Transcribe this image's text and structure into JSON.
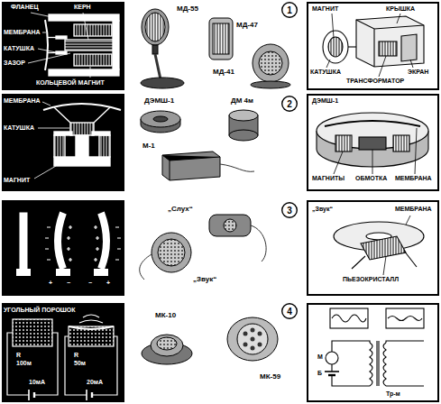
{
  "diagram": {
    "nodes": [
      {
        "text": [
          "ФЛАНЕЦ",
          "КЕРН",
          "МЕМБРАНА",
          "КАТУШКА",
          "ЗАЗОР",
          "КОЛЬЦЕВОЙ МАГНИТ"
        ]
      },
      {
        "text": [
          "1"
        ]
      },
      {
        "text": [
          "МАГНИТ",
          "КРЫШКА",
          "КАТУШКА",
          "ЭКРАН",
          "ТРАНСФОРМАТОР"
        ]
      },
      {
        "text": [
          "МЕМБРАНА",
          "КАТУШКА",
          "МАГНИТ"
        ]
      },
      {
        "text": [
          "2"
        ]
      },
      {
        "text": [
          "ДЭМШ-1",
          "МАГНИТЫ",
          "ОБМОТКА",
          "МЕМБРАНА"
        ]
      },
      {
        "text": [
          "+",
          "−",
          "−",
          "+"
        ]
      },
      {
        "text": [
          "3"
        ]
      },
      {
        "text": [
          "„Звук“",
          "МЕМБРАНА",
          "ПЬЕЗОКРИСТАЛЛ"
        ]
      },
      {
        "text": [
          "УГОЛЬНЫЙ ПОРОШОК",
          "R",
          "100м",
          "10мА",
          "R",
          "50м",
          "20мА"
        ]
      },
      {
        "text": [
          "4"
        ]
      },
      {
        "text": [
          "М",
          "Б",
          "Тр-м"
        ]
      }
    ],
    "labels": [
      "МД-55",
      "МД-47",
      "МД-41",
      "ДЭМШ-1",
      "ДМ 4м",
      "М-1",
      "„Слух“",
      "„Звук“",
      "МК-10",
      "МК-59"
    ]
  }
}
